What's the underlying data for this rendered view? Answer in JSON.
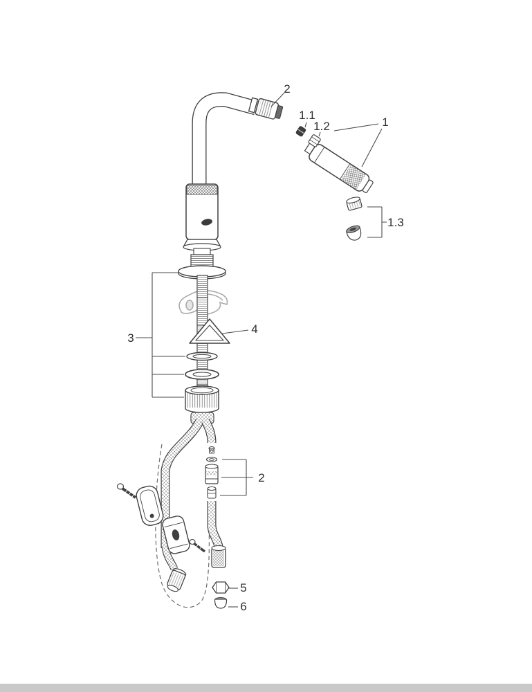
{
  "diagram": {
    "type": "exploded-parts-diagram",
    "subject": "kitchen faucet with pull-out spray head",
    "colors": {
      "line": "#404040",
      "reference_part": "#ababab",
      "footer_bar": "#c9c9c9",
      "background": "#ffffff"
    },
    "callouts": {
      "spray_head": "2",
      "part_1_1": "1.1",
      "part_1_2": "1.2",
      "assembly_1": "1",
      "part_1_3": "1.3",
      "mounting_stack": "3",
      "clip": "4",
      "check_valve_group": "2",
      "nut": "5",
      "plug": "6"
    }
  }
}
